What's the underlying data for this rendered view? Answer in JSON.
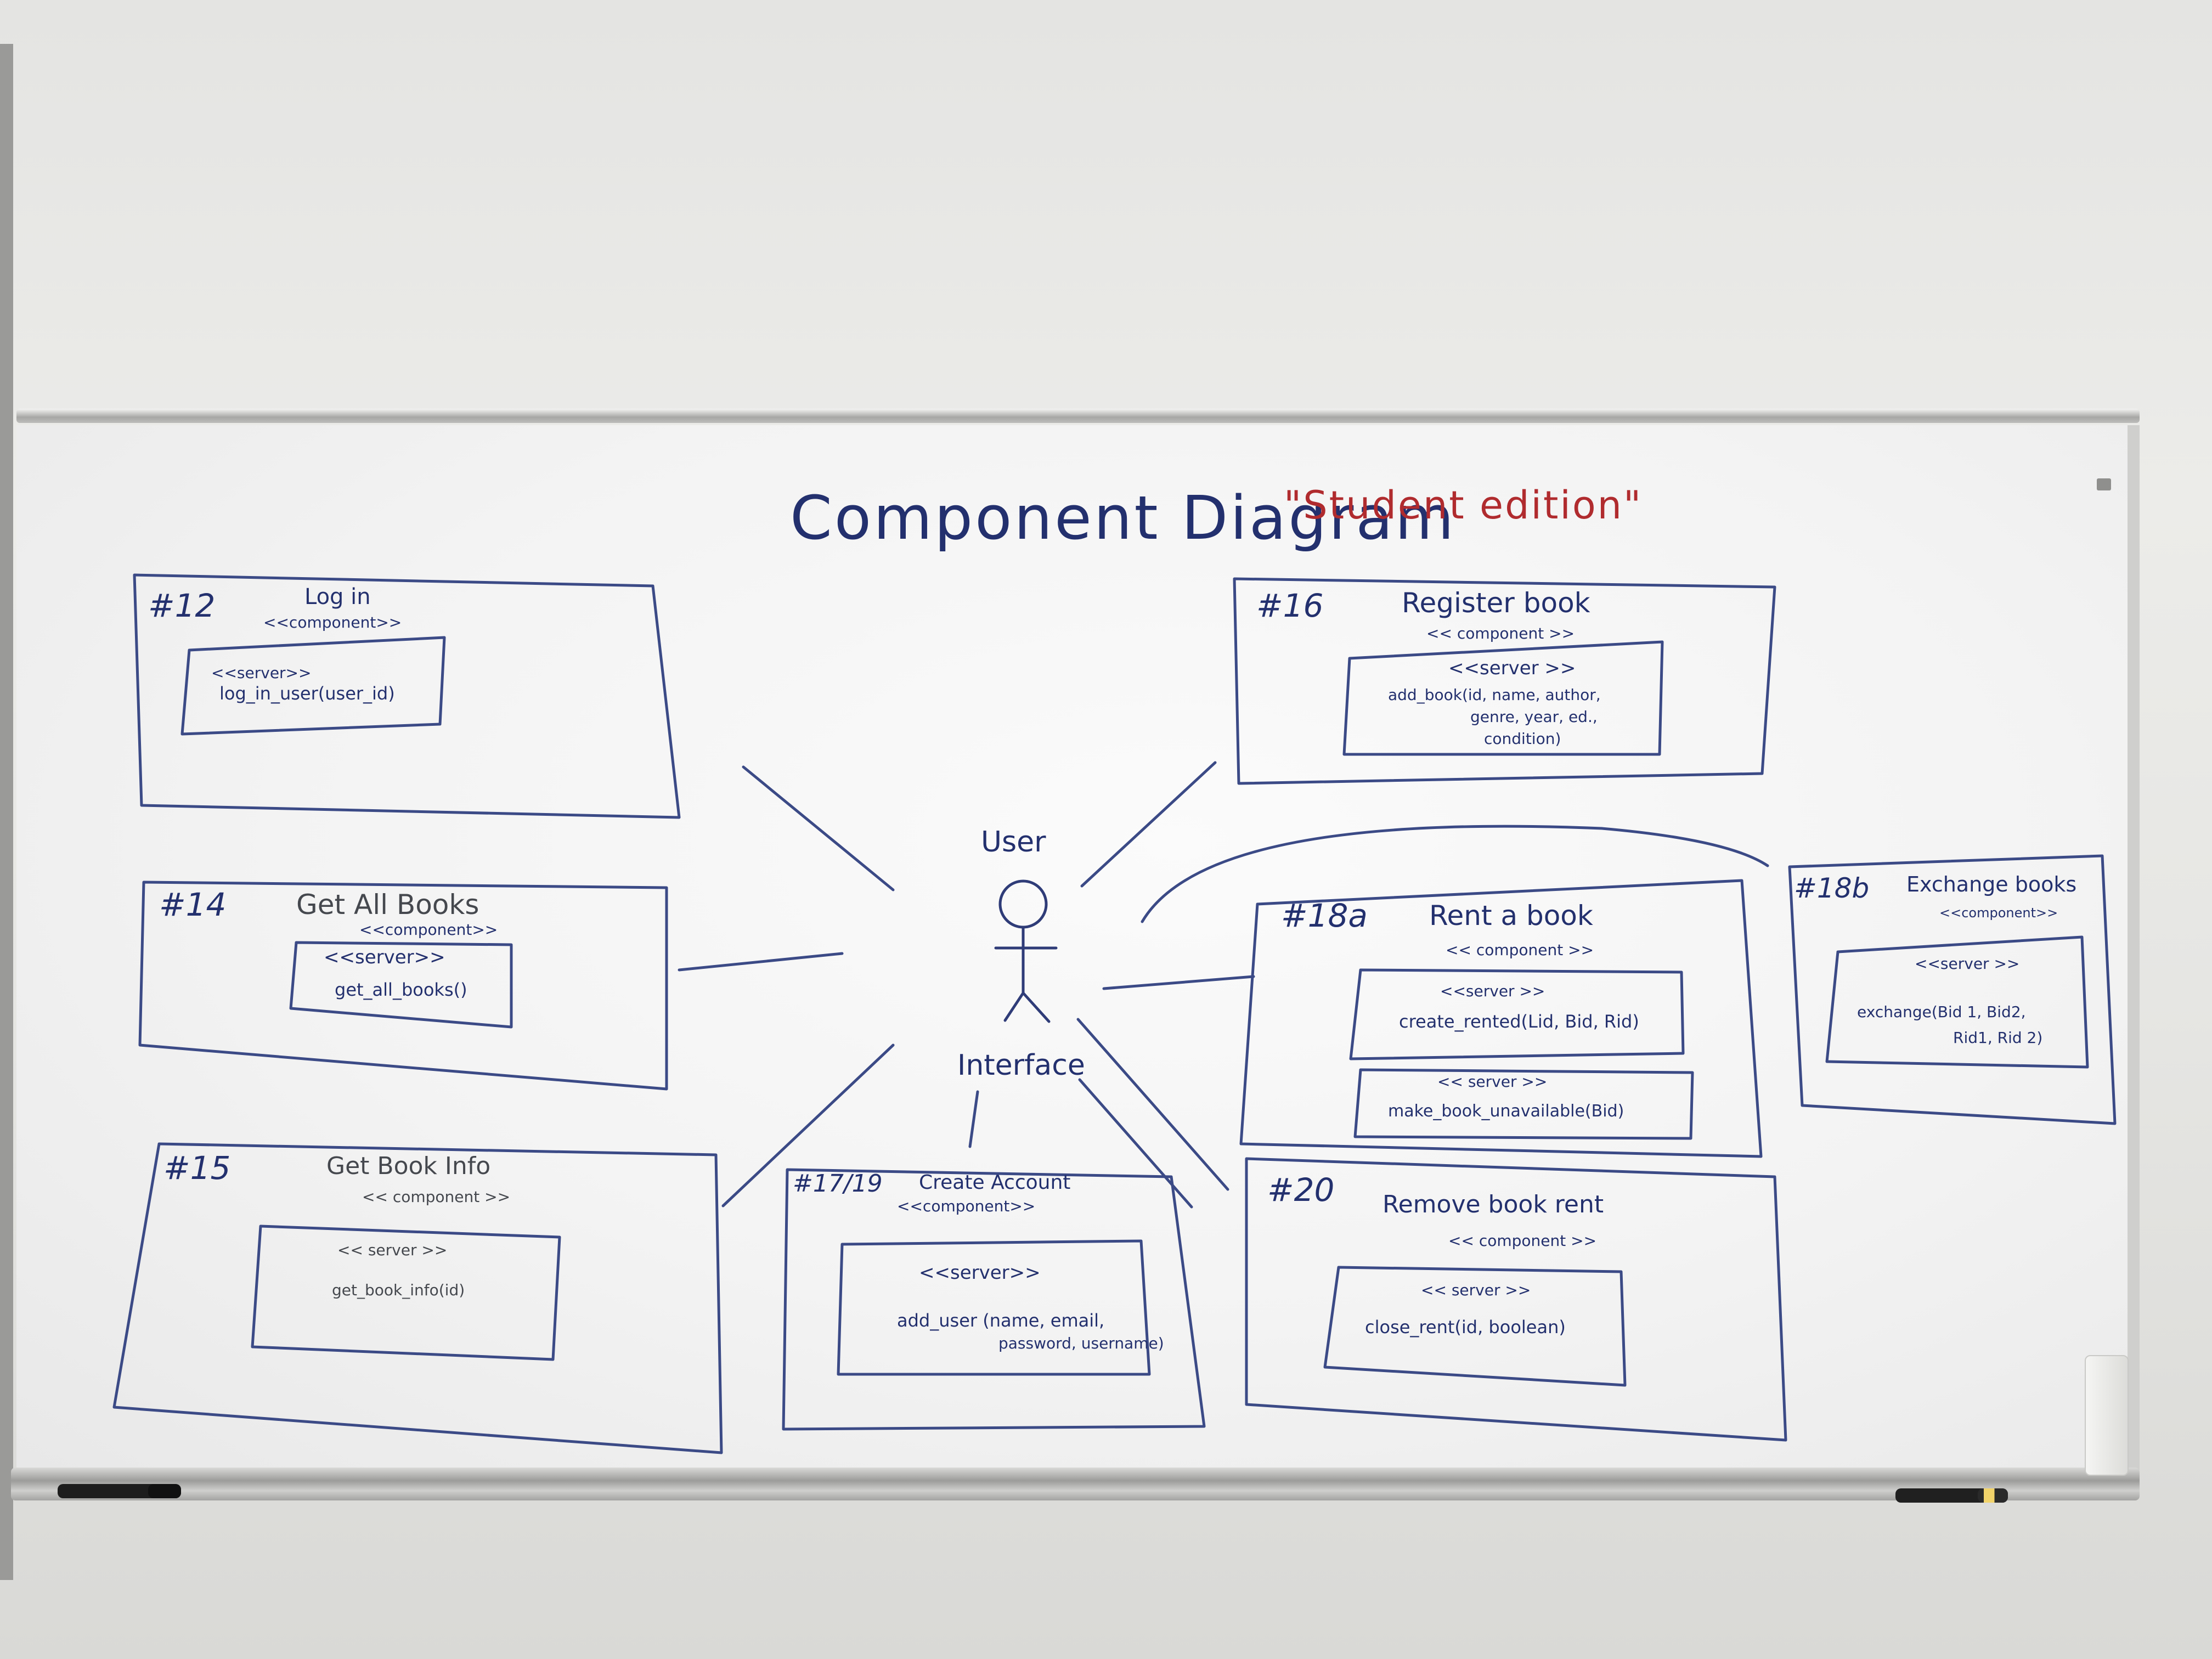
{
  "diagram": {
    "title": "Component Diagram",
    "subtitle": "\"Student edition\"",
    "actor": {
      "name": "User",
      "interface_label": "Interface"
    },
    "components": [
      {
        "id": "#12",
        "name": "Log in",
        "stereotype": "<<component>>",
        "server": "<<server>>",
        "methods": [
          "log_in_user(user_id)"
        ]
      },
      {
        "id": "#16",
        "name": "Register book",
        "stereotype": "<< component >>",
        "server": "<<server >>",
        "methods": [
          "add_book(id, name, author,",
          "genre, year, ed.,",
          "condition)"
        ]
      },
      {
        "id": "#14",
        "name": "Get All Books",
        "stereotype": "<<component>>",
        "server": "<<server>>",
        "methods": [
          "get_all_books()"
        ]
      },
      {
        "id": "#18a",
        "name": "Rent a book",
        "stereotype": "<< component >>",
        "server": "<<server >>",
        "methods": [
          "create_rented(Lid, Bid, Rid)"
        ],
        "server2": "<< server >>",
        "methods2": [
          "make_book_unavailable(Bid)"
        ]
      },
      {
        "id": "#18b",
        "name": "Exchange books",
        "stereotype": "<<component>>",
        "server": "<<server >>",
        "methods": [
          "exchange(Bid 1, Bid2,",
          "Rid1, Rid 2)"
        ]
      },
      {
        "id": "#15",
        "name": "Get Book Info",
        "stereotype": "<< component >>",
        "server": "<< server >>",
        "methods": [
          "get_book_info(id)"
        ]
      },
      {
        "id": "#17/19",
        "name": "Create Account",
        "stereotype": "<<component>>",
        "server": "<<server>>",
        "methods": [
          "add_user (name, email,",
          "password, username)"
        ]
      },
      {
        "id": "#20",
        "name": "Remove book rent",
        "stereotype": "<< component >>",
        "server": "<< server >>",
        "methods": [
          "close_rent(id, boolean)"
        ]
      }
    ]
  },
  "colors": {
    "ink_blue": "#23306e",
    "ink_red": "#b02b2e",
    "ink_gray": "#45484e",
    "board": "#f5f5f5"
  },
  "icons": [
    "stick-figure-icon",
    "marker-icon",
    "eraser-icon"
  ]
}
